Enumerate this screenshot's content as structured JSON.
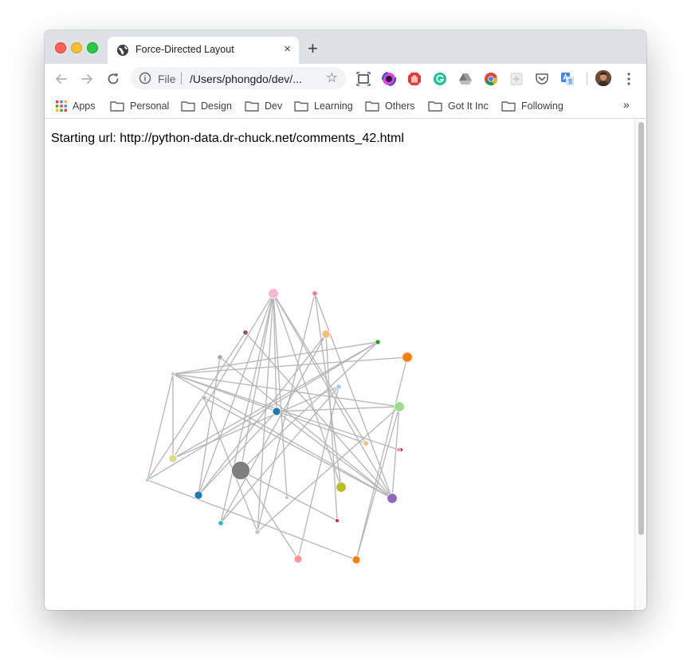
{
  "browser": {
    "tab_title": "Force-Directed Layout",
    "tab_close": "×",
    "new_tab": "+",
    "omnibox": {
      "scheme_label": "File",
      "url": "/Users/phongdo/dev/...",
      "star": "☆"
    },
    "extensions": [
      "screenshot-icon",
      "color-picker-icon",
      "adblock-icon",
      "grammarly-icon",
      "google-drive-icon",
      "chrome-icon",
      "extension-icon",
      "pocket-icon",
      "google-translate-icon"
    ],
    "bookmarks": [
      {
        "label": "Apps",
        "icon": "apps-grid-icon"
      },
      {
        "label": "Personal",
        "icon": "folder-icon"
      },
      {
        "label": "Design",
        "icon": "folder-icon"
      },
      {
        "label": "Dev",
        "icon": "folder-icon"
      },
      {
        "label": "Learning",
        "icon": "folder-icon"
      },
      {
        "label": "Others",
        "icon": "folder-icon"
      },
      {
        "label": "Got It Inc",
        "icon": "folder-icon"
      },
      {
        "label": "Following",
        "icon": "folder-icon"
      }
    ],
    "bookmarks_more": "»"
  },
  "page": {
    "starting_url_text": "Starting url: http://python-data.dr-chuck.net/comments_42.html"
  },
  "graph": {
    "link_color": "#b3b3b3",
    "nodes": [
      {
        "id": "n0",
        "color": "#f7b6d2",
        "size": "large"
      },
      {
        "id": "n1",
        "color": "#e377c2",
        "size": "small"
      },
      {
        "id": "n2",
        "color": "#8c564b",
        "size": "small"
      },
      {
        "id": "n3",
        "color": "#ffbb78",
        "size": "medium"
      },
      {
        "id": "n4",
        "color": "#2ca02c",
        "size": "small"
      },
      {
        "id": "n5",
        "color": "#c49c94",
        "size": "small"
      },
      {
        "id": "n6",
        "color": "#ff7f0e",
        "size": "large"
      },
      {
        "id": "n7",
        "color": "#aec7e8",
        "size": "tiny"
      },
      {
        "id": "n8",
        "color": "#aec7e8",
        "size": "small"
      },
      {
        "id": "n9",
        "color": "#c5b0d5",
        "size": "small"
      },
      {
        "id": "n10",
        "color": "#1f77b4",
        "size": "medium"
      },
      {
        "id": "n11",
        "color": "#98df8a",
        "size": "large"
      },
      {
        "id": "n12",
        "color": "#ffbb78",
        "size": "small"
      },
      {
        "id": "n13",
        "color": "#d62728",
        "size": "tiny"
      },
      {
        "id": "n14",
        "color": "#dbdb8d",
        "size": "medium"
      },
      {
        "id": "n15",
        "color": "#7f7f7f",
        "size": "huge"
      },
      {
        "id": "n16",
        "color": "#9edae5",
        "size": "tiny"
      },
      {
        "id": "n17",
        "color": "#bcbd22",
        "size": "large"
      },
      {
        "id": "n18",
        "color": "#1f77b4",
        "size": "medium"
      },
      {
        "id": "n19",
        "color": "#9edae5",
        "size": "tiny"
      },
      {
        "id": "n20",
        "color": "#9467bd",
        "size": "large"
      },
      {
        "id": "n21",
        "color": "#17becf",
        "size": "small"
      },
      {
        "id": "n22",
        "color": "#d62728",
        "size": "tiny"
      },
      {
        "id": "n23",
        "color": "#c7c7c7",
        "size": "small"
      },
      {
        "id": "n24",
        "color": "#ff9896",
        "size": "medium"
      },
      {
        "id": "n25",
        "color": "#ff7f0e",
        "size": "medium"
      },
      {
        "id": "n26",
        "color": "#ff9896",
        "size": "tiny"
      }
    ],
    "links": [
      [
        "n0",
        "n14"
      ],
      [
        "n0",
        "n18"
      ],
      [
        "n0",
        "n21"
      ],
      [
        "n0",
        "n23"
      ],
      [
        "n0",
        "n17"
      ],
      [
        "n0",
        "n20"
      ],
      [
        "n0",
        "n16"
      ],
      [
        "n0",
        "n12"
      ],
      [
        "n0",
        "n15"
      ],
      [
        "n0",
        "n10"
      ],
      [
        "n1",
        "n20"
      ],
      [
        "n1",
        "n17"
      ],
      [
        "n1",
        "n23"
      ],
      [
        "n2",
        "n20"
      ],
      [
        "n2",
        "n19"
      ],
      [
        "n3",
        "n18"
      ],
      [
        "n3",
        "n22"
      ],
      [
        "n3",
        "n21"
      ],
      [
        "n4",
        "n14"
      ],
      [
        "n4",
        "n19"
      ],
      [
        "n4",
        "n15"
      ],
      [
        "n5",
        "n20"
      ],
      [
        "n6",
        "n7"
      ],
      [
        "n6",
        "n25"
      ],
      [
        "n7",
        "n20"
      ],
      [
        "n7",
        "n12"
      ],
      [
        "n7",
        "n26"
      ],
      [
        "n7",
        "n11"
      ],
      [
        "n7",
        "n19"
      ],
      [
        "n7",
        "n14"
      ],
      [
        "n7",
        "n4"
      ],
      [
        "n8",
        "n14"
      ],
      [
        "n8",
        "n24"
      ],
      [
        "n8",
        "n21"
      ],
      [
        "n9",
        "n20"
      ],
      [
        "n9",
        "n23"
      ],
      [
        "n10",
        "n20"
      ],
      [
        "n10",
        "n11"
      ],
      [
        "n10",
        "n18"
      ],
      [
        "n11",
        "n20"
      ],
      [
        "n11",
        "n25"
      ],
      [
        "n11",
        "n23"
      ],
      [
        "n15",
        "n22"
      ],
      [
        "n15",
        "n24"
      ],
      [
        "n19",
        "n25"
      ],
      [
        "n5",
        "n18"
      ]
    ]
  }
}
